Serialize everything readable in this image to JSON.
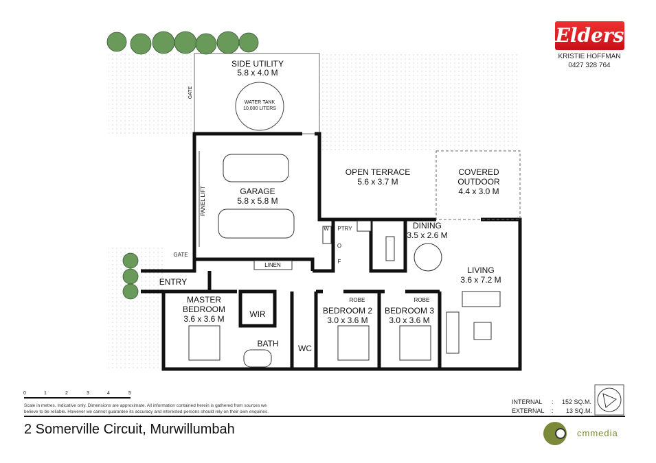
{
  "brand": {
    "logo_text": "Elders",
    "agent_name": "KRISTIE HOFFMAN",
    "agent_phone": "0427 328 764",
    "color": "#d8141c"
  },
  "rooms": {
    "side_utility": {
      "name": "SIDE UTILITY",
      "size": "5.8 x 4.0 M"
    },
    "water_tank": {
      "name": "WATER TANK",
      "capacity": "10,000 LITERS"
    },
    "garage": {
      "name": "GARAGE",
      "size": "5.8 x 5.8 M"
    },
    "open_terrace": {
      "name": "OPEN TERRACE",
      "size": "5.6 x 3.7 M"
    },
    "covered_outdoor": {
      "name1": "COVERED",
      "name2": "OUTDOOR",
      "size": "4.4 x 3.0 M"
    },
    "dining": {
      "name": "DINING",
      "size": "3.5 x 2.6 M"
    },
    "living": {
      "name": "LIVING",
      "size": "3.6 x 7.2 M"
    },
    "master": {
      "name1": "MASTER",
      "name2": "BEDROOM",
      "size": "3.6 x 3.6 M"
    },
    "bedroom2": {
      "name": "BEDROOM 2",
      "size": "3.0 x 3.6 M"
    },
    "bedroom3": {
      "name": "BEDROOM 3",
      "size": "3.0 x 3.6 M"
    }
  },
  "labels": {
    "gate": "GATE",
    "panel_lift": "PANEL LIFT",
    "linen": "LINEN",
    "entry": "ENTRY",
    "wir": "WIR",
    "bath": "BATH",
    "wc": "WC",
    "robe": "ROBE",
    "ptry": "PTRY",
    "w": "W",
    "o": "O",
    "f": "F"
  },
  "scale": {
    "ticks": [
      "0",
      "1",
      "2",
      "3",
      "4",
      "5"
    ],
    "disclaimer1": "Scale in metres.  Indicative only.  Dimensions are approximate.  All information contained herein is gathered from sources we",
    "disclaimer2": "believe to be reliable.  However we cannot guarantee its accuracy and interested persons should rely on their own enquiries."
  },
  "areas": {
    "internal_label": "INTERNAL",
    "internal_value": "152 SQ.M.",
    "external_label": "EXTERNAL",
    "external_value": "13 SQ.M."
  },
  "address": "2 Somerville Circuit, Murwillumbah",
  "producer": "cmmedia",
  "colors": {
    "tree": "#6a9a5a",
    "producer": "#7a8a3a"
  }
}
